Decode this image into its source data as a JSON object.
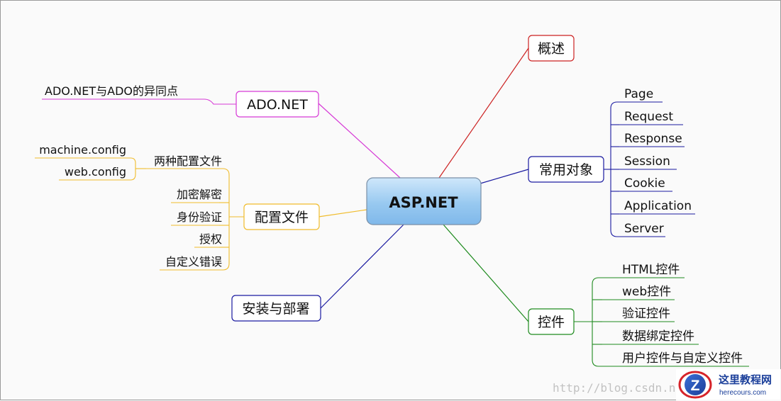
{
  "center": {
    "label": "ASP.NET"
  },
  "branches": {
    "overview": {
      "label": "概述",
      "color": "#cc2222"
    },
    "objects": {
      "label": "常用对象",
      "color": "#1a1aa0",
      "children": [
        "Page",
        "Request",
        "Response",
        "Session",
        "Cookie",
        "Application",
        "Server"
      ]
    },
    "controls": {
      "label": "控件",
      "color": "#1e8a1e",
      "children": [
        "HTML控件",
        "web控件",
        "验证控件",
        "数据绑定控件",
        "用户控件与自定义控件"
      ]
    },
    "adonet": {
      "label": "ADO.NET",
      "color": "#d63ad6",
      "children": [
        "ADO.NET与ADO的异同点"
      ]
    },
    "config": {
      "label": "配置文件",
      "color": "#f0bc2c",
      "children": [
        "两种配置文件",
        "加密解密",
        "身份验证",
        "授权",
        "自定义错误"
      ],
      "sub": [
        "machine.config",
        "web.config"
      ]
    },
    "deploy": {
      "label": "安装与部署",
      "color": "#1a1aa0"
    }
  },
  "watermark": {
    "url": "http://blog.csdn.n",
    "logo_letter": "Z",
    "site_name": "这里教程网",
    "site_url": "herecours.com"
  }
}
